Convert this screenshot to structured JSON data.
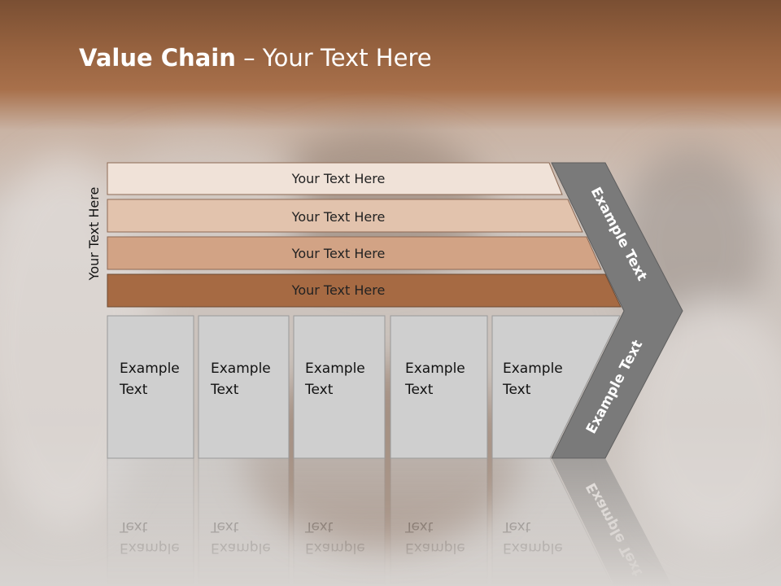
{
  "title": {
    "bold": "Value Chain",
    "rest": " – Your Text Here"
  },
  "side_label": "Your Text Here",
  "bars": [
    {
      "label": "Your Text Here",
      "color": "#f0e2d8"
    },
    {
      "label": "Your Text Here",
      "color": "#e2c3ad"
    },
    {
      "label": "Your Text Here",
      "color": "#d2a385"
    },
    {
      "label": "Your Text Here",
      "color": "#a66a43"
    }
  ],
  "boxes": [
    {
      "line1": "Example",
      "line2": "Text"
    },
    {
      "line1": "Example",
      "line2": "Text"
    },
    {
      "line1": "Example",
      "line2": "Text"
    },
    {
      "line1": "Example",
      "line2": "Text"
    },
    {
      "line1": "Example",
      "line2": "Text"
    }
  ],
  "chevron": {
    "upper_label": "Example Text",
    "lower_label": "Example Text",
    "color": "#7a7a7a"
  },
  "colors": {
    "box_fill": "#cfcfcf",
    "box_stroke": "#9a9a9a"
  }
}
